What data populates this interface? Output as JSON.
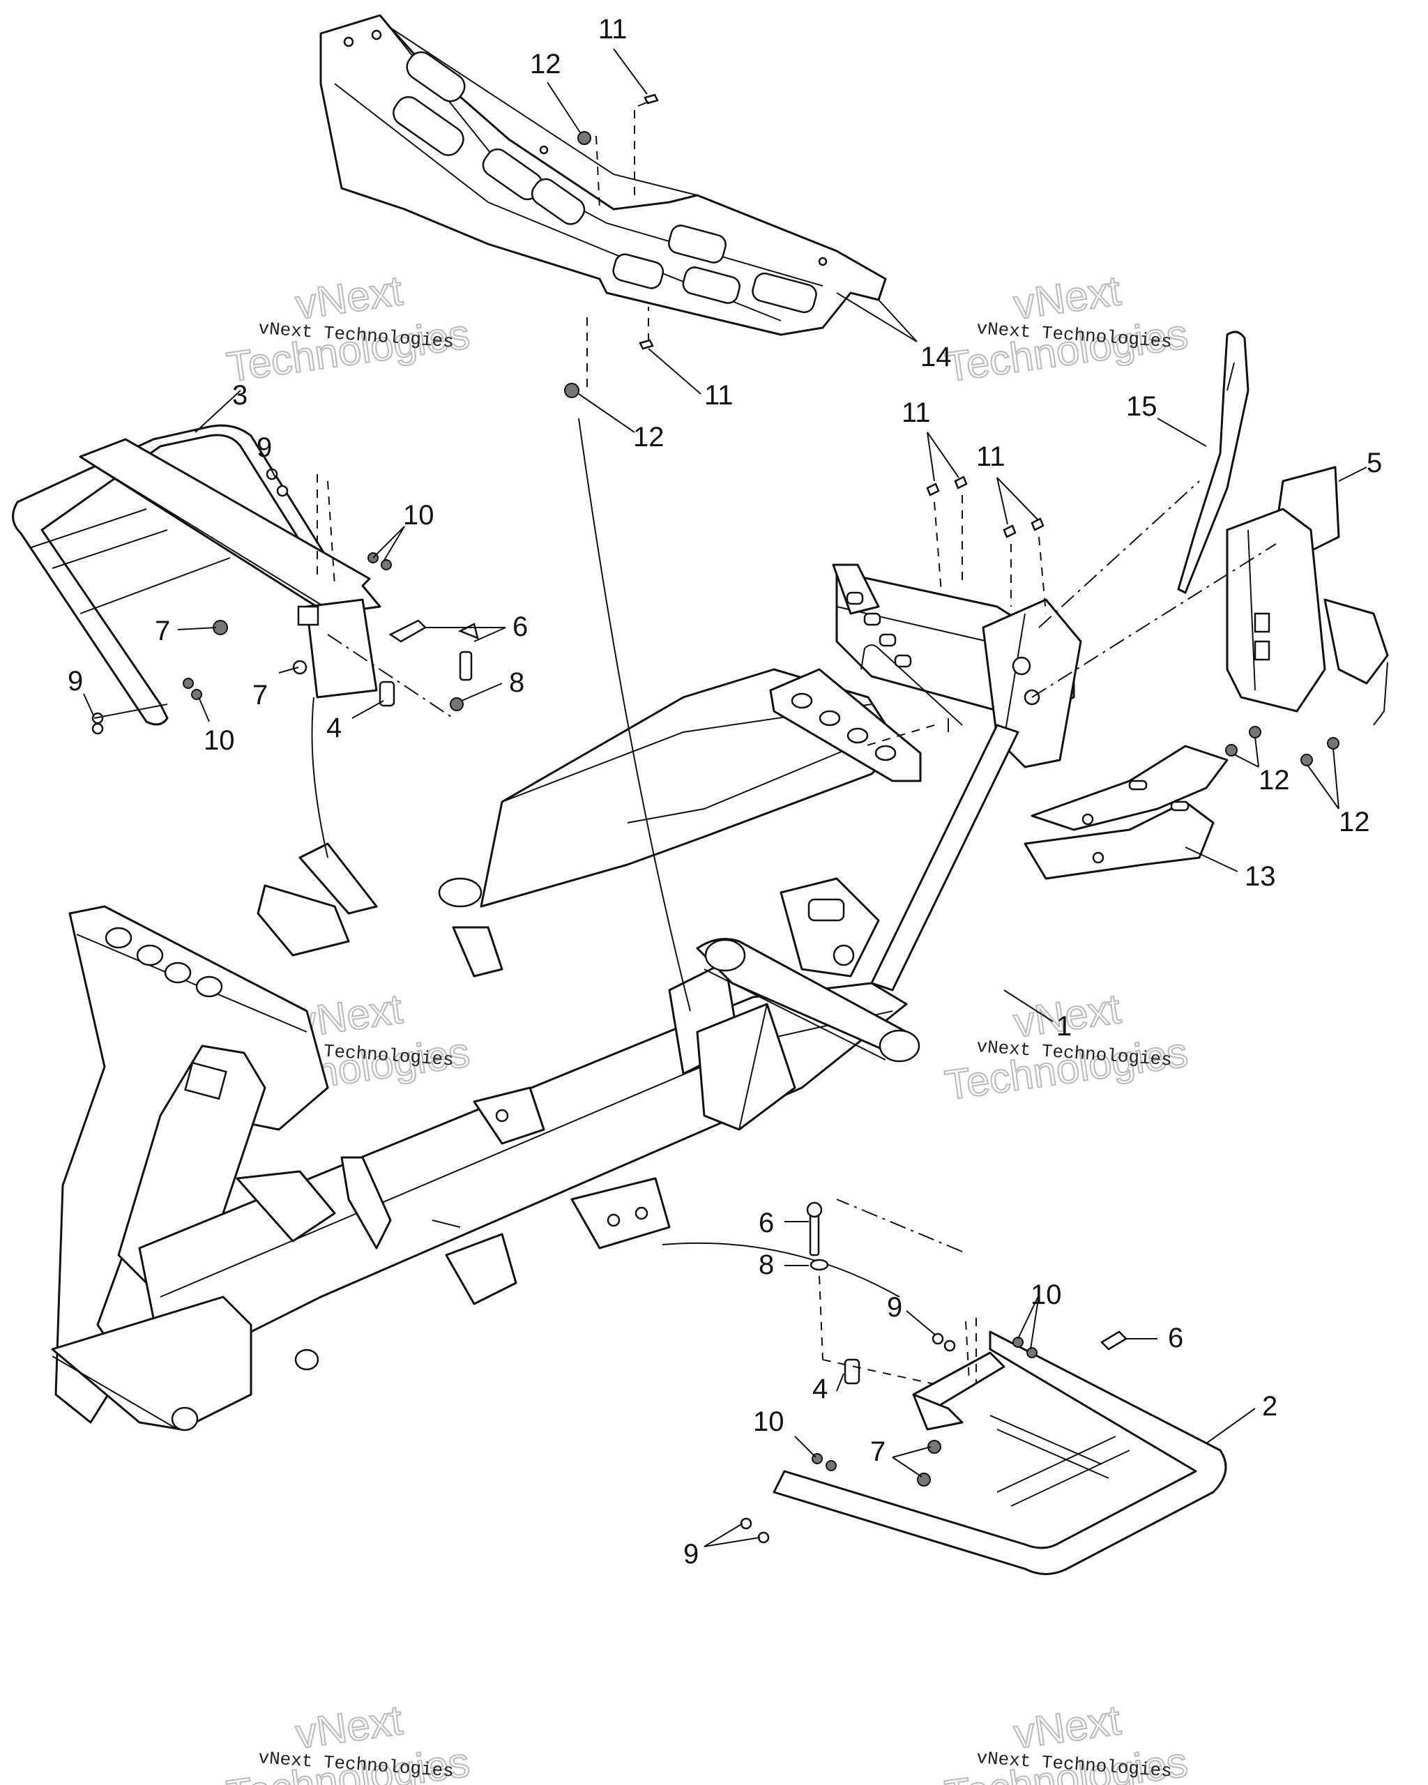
{
  "watermark": {
    "line": "vNext Technologies",
    "big_top": "vNext",
    "big_bottom": "Technologies"
  },
  "callouts": {
    "c11_top": "11",
    "c12_top": "12",
    "c14": "14",
    "c11_mid": "11",
    "c12_mid": "12",
    "c3": "3",
    "c9_left_top": "9",
    "c10_left_top": "10",
    "c7_left_a": "7",
    "c6_left": "6",
    "c7_left_b": "7",
    "c8_left": "8",
    "c4_left": "4",
    "c9_left_bottom": "9",
    "c10_left_bottom": "10",
    "c11_right_a": "11",
    "c11_right_b": "11",
    "c15": "15",
    "c5": "5",
    "c12_right_a": "12",
    "c12_right_b": "12",
    "c13": "13",
    "c1": "1",
    "c6_bottom_a": "6",
    "c8_bottom": "8",
    "c9_bottom_top": "9",
    "c10_bottom_top": "10",
    "c6_bottom_b": "6",
    "c4_bottom": "4",
    "c2": "2",
    "c10_bottom_left": "10",
    "c7_bottom": "7",
    "c9_bottom_bottom": "9"
  }
}
